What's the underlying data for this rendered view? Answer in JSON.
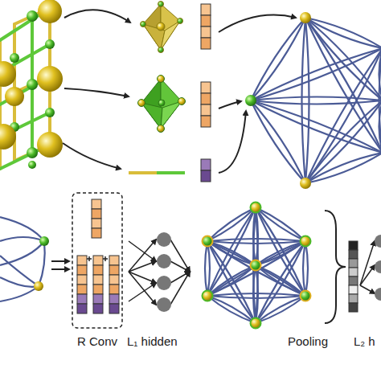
{
  "diagram": {
    "labels": [
      "R Conv",
      "L₁ hidden",
      "Pooling",
      "L₂ h"
    ]
  }
}
